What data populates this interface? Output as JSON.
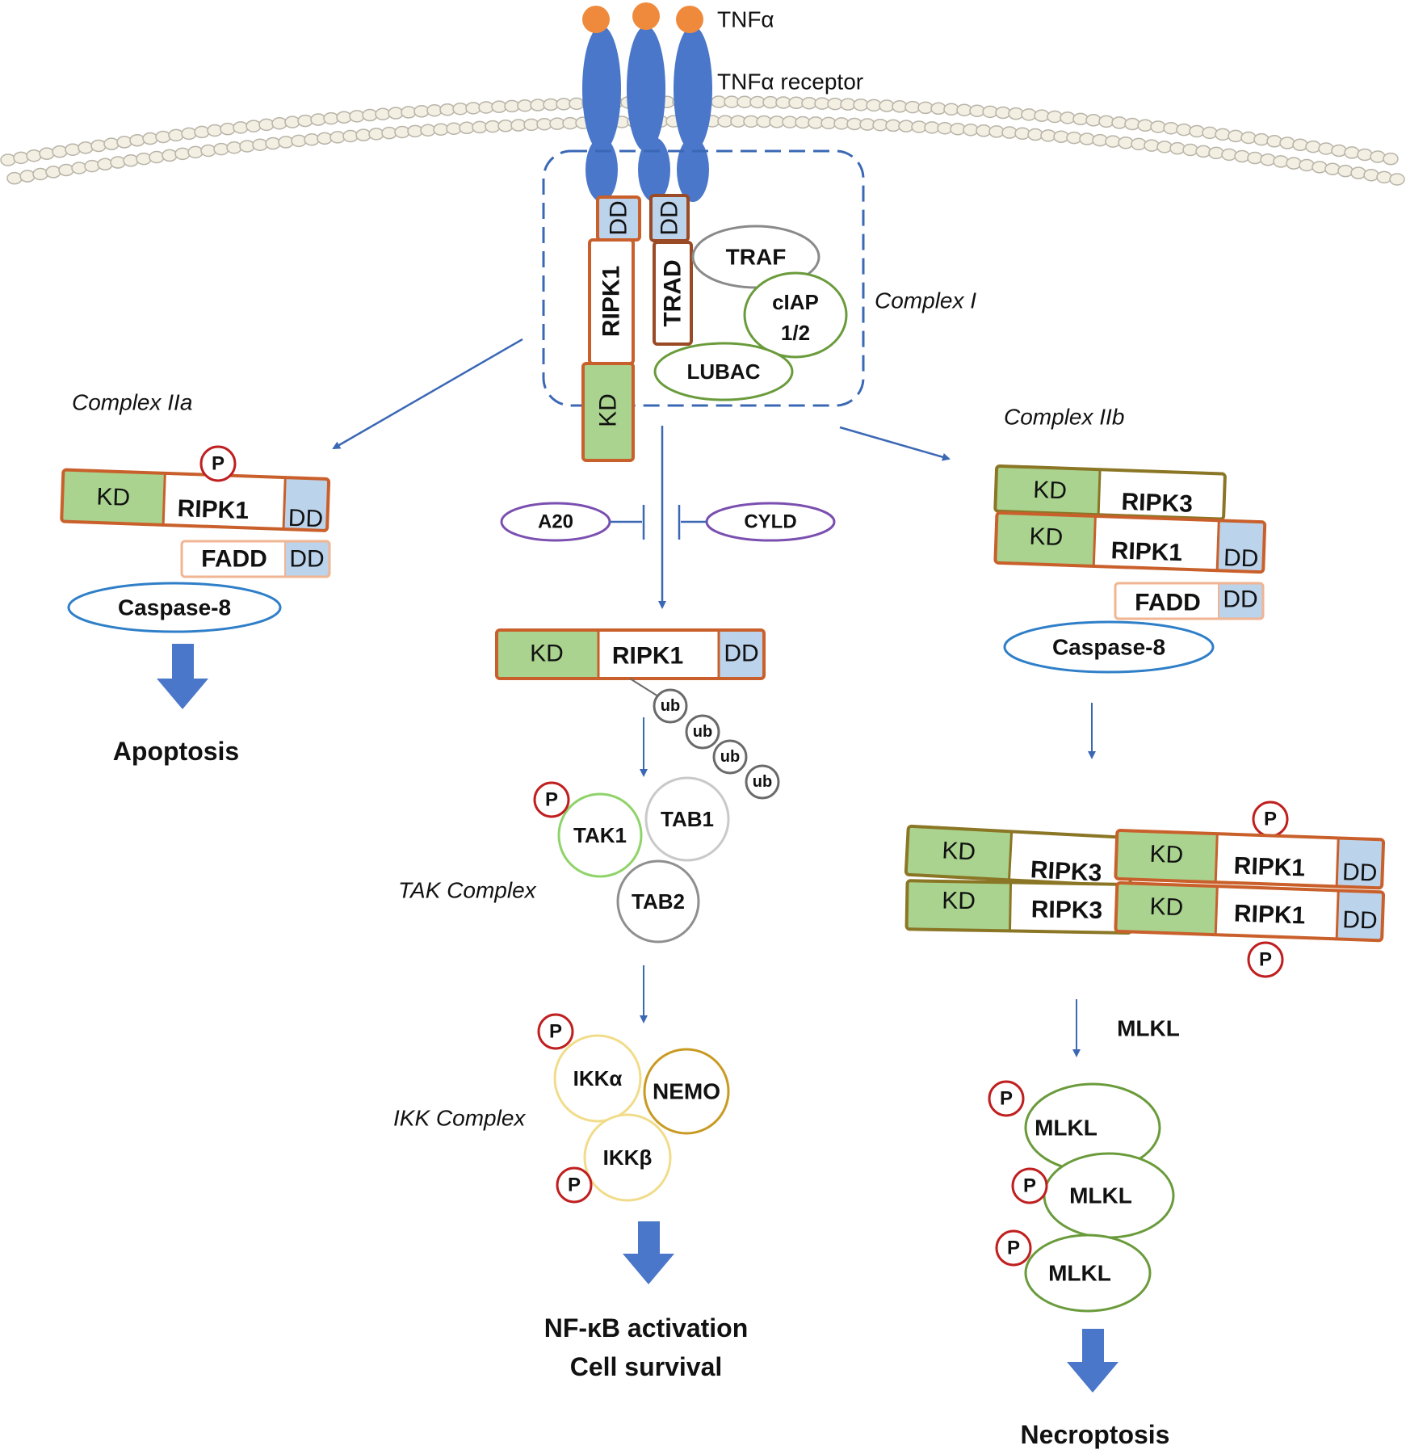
{
  "colors": {
    "membrane_fill": "#f3efe3",
    "membrane_stroke": "#b9b4a8",
    "receptor": "#4a77c9",
    "ligand": "#ef8a3c",
    "kd_fill": "#a9d38f",
    "dd_fill": "#bcd3ec",
    "ripk1_stroke": "#c9602b",
    "ripk3_stroke": "#8a7625",
    "fadd_stroke": "#f0b592",
    "caspase_stroke": "#2f7fc8",
    "green_oval": "#6a9b3b",
    "traf_oval": "#8a8a8a",
    "purple_oval": "#7a4fb0",
    "arrow": "#3b68b5",
    "phospho": "#c01f1f",
    "tak1": "#8fd36a",
    "tab1": "#c9c9c9",
    "tab2": "#8f8f8f",
    "ikk": "#f1dc8a",
    "nemo": "#c99a22",
    "ub": "#6a6a6a",
    "complex_box": "#3b68b5"
  },
  "top": {
    "ligand_label": "TNFα",
    "receptor_label": "TNFα receptor"
  },
  "complex1": {
    "label": "Complex I",
    "dd_label": "DD",
    "dd2_label": "DD",
    "ripk1_label": "RIPK1",
    "kd_label": "KD",
    "trad_label": "TRAD",
    "traf_label": "TRAF",
    "ciap_line1": "cIAP",
    "ciap_line2": "1/2",
    "lubac_label": "LUBAC"
  },
  "complex2a": {
    "label": "Complex IIa",
    "p_label": "P",
    "kd_label": "KD",
    "ripk1_label": "RIPK1",
    "dd_label": "DD",
    "fadd_label": "FADD",
    "fadd_dd_label": "DD",
    "caspase_label": "Caspase-8",
    "outcome": "Apoptosis"
  },
  "center": {
    "a20_label": "A20",
    "cyld_label": "CYLD",
    "kd_label": "KD",
    "ripk1_label": "RIPK1",
    "dd_label": "DD",
    "ub_labels": [
      "ub",
      "ub",
      "ub",
      "ub"
    ],
    "tak_complex_label": "TAK Complex",
    "tak1_label": "TAK1",
    "tab1_label": "TAB1",
    "tab2_label": "TAB2",
    "tak_p_label": "P",
    "ikk_complex_label": "IKK Complex",
    "ikka_label": "IKKα",
    "nemo_label": "NEMO",
    "ikkb_label": "IKKβ",
    "ikka_p_label": "P",
    "ikkb_p_label": "P",
    "outcome_line1": "NF-κB activation",
    "outcome_line2": "Cell survival"
  },
  "complex2b": {
    "label": "Complex IIb",
    "kd1_label": "KD",
    "ripk3_label": "RIPK3",
    "kd2_label": "KD",
    "ripk1_label": "RIPK1",
    "dd_label": "DD",
    "fadd_label": "FADD",
    "fadd_dd_label": "DD",
    "caspase_label": "Caspase-8"
  },
  "necrosome": {
    "top_p_label": "P",
    "bottom_p_label": "P",
    "row1": {
      "kd_a": "KD",
      "ripk3": "RIPK3",
      "kd_b": "KD",
      "ripk1": "RIPK1",
      "dd": "DD"
    },
    "row2": {
      "kd_a": "KD",
      "ripk3": "RIPK3",
      "kd_b": "KD",
      "ripk1": "RIPK1",
      "dd": "DD"
    },
    "mlkl_arrow_label": "MLKL",
    "mlkl_labels": [
      "MLKL",
      "MLKL",
      "MLKL"
    ],
    "mlkl_p_labels": [
      "P",
      "P",
      "P"
    ],
    "outcome": "Necroptosis"
  }
}
